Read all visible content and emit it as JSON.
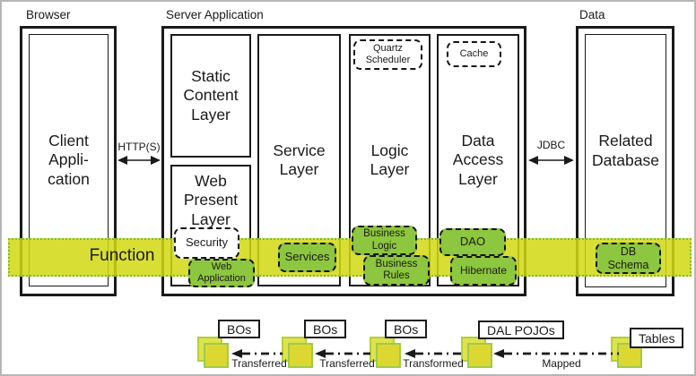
{
  "headers": {
    "browser": "Browser",
    "server": "Server Application",
    "data": "Data"
  },
  "browser": {
    "client_lines": [
      "Client",
      "Appli-",
      "cation"
    ]
  },
  "server": {
    "layers": {
      "static_content": "Static Content Layer",
      "web_present": "Web Present Layer",
      "service": "Service Layer",
      "logic": "Logic Layer",
      "data_access": "Data Access Layer"
    },
    "modules": {
      "quartz": "Quartz Scheduler",
      "cache": "Cache",
      "security": "Security",
      "web_application": "Web Application",
      "services": "Services",
      "business_logic": "Business Logic",
      "business_rules": "Business Rules",
      "dao": "DAO",
      "hibernate": "Hibernate"
    }
  },
  "database": {
    "related_database": "Related Database",
    "db_schema": "DB Schema"
  },
  "connections": {
    "http": "HTTP(S)",
    "jdbc": "JDBC"
  },
  "function_band": {
    "label": "Function"
  },
  "bottom_flow": {
    "nodes": [
      "BOs",
      "BOs",
      "BOs",
      "DAL POJOs",
      "Tables"
    ],
    "edges": [
      "Transferred",
      "Transferred",
      "Transformed",
      "Mapped"
    ]
  },
  "colors": {
    "band_yellow": "#d6dc23",
    "band_dot_green": "#6fbe44",
    "module_green": "#8dc63f",
    "square_back": "#dfe24e",
    "square_front": "#dcd831",
    "line_black": "#1a1a1a"
  }
}
